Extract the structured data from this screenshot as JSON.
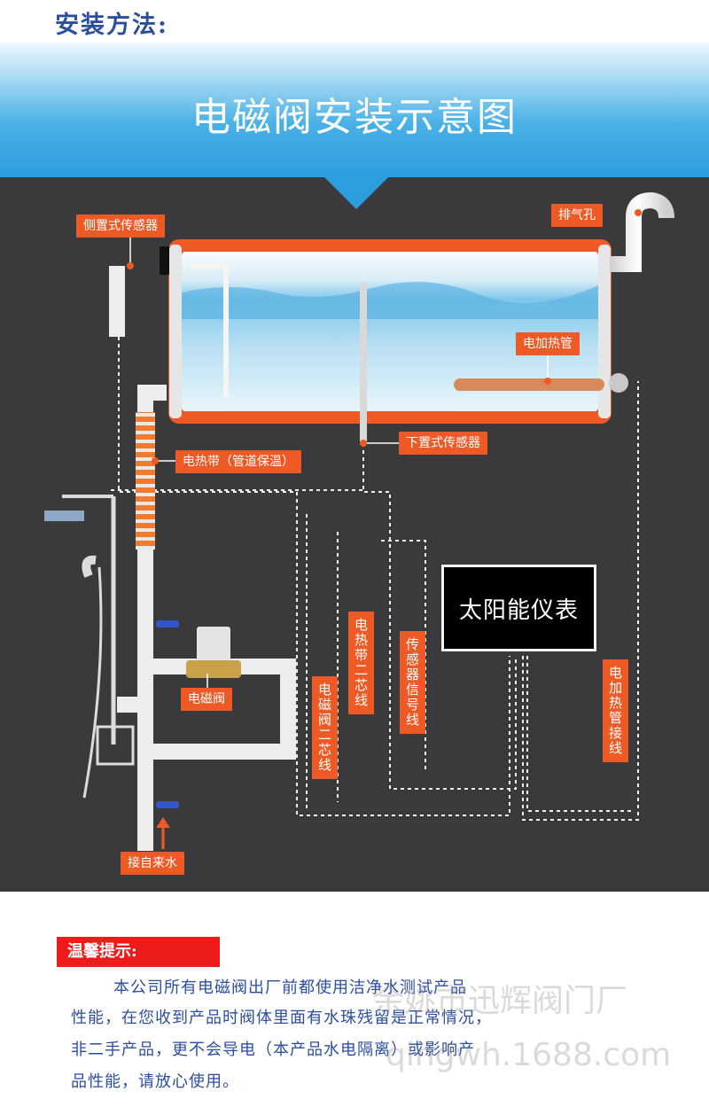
{
  "header": {
    "section_title": "安装方法:"
  },
  "banner": {
    "title": "电磁阀安装示意图"
  },
  "diagram": {
    "labels": {
      "side_sensor": "侧置式传感器",
      "vent_hole": "排气孔",
      "electric_heating_tube": "电加热管",
      "bottom_sensor": "下置式传感器",
      "heating_belt": "电热带（管道保温）",
      "solenoid_valve": "电磁阀",
      "tap_water_inlet": "接自来水",
      "solar_meter": "太阳能仪表"
    },
    "vertical_labels": {
      "heating_belt_wire": "电热带二芯线",
      "sensor_signal_wire": "传感器信号线",
      "solenoid_valve_wire": "电磁阀二芯线",
      "heating_tube_wire": "电加热管接线"
    },
    "colors": {
      "label_bg": "#ee5a25",
      "panel_bg": "#3a3a3d",
      "banner_blue": "#2c9ddd"
    }
  },
  "tips": {
    "title": "温馨提示:",
    "lines": [
      "本公司所有电磁阀出厂前都使用洁净水测试产品",
      "性能，在您收到产品时阀体里面有水珠残留是正常情况，",
      "非二手产品，更不会导电（本产品水电隔离）或影响产",
      "品性能，请放心使用。"
    ],
    "title_color": "#ee1b1b",
    "text_color": "#2c4ea0"
  },
  "watermark": {
    "line1": "余姚市迅辉阀门厂",
    "line2": "qingwh.1688.com"
  }
}
